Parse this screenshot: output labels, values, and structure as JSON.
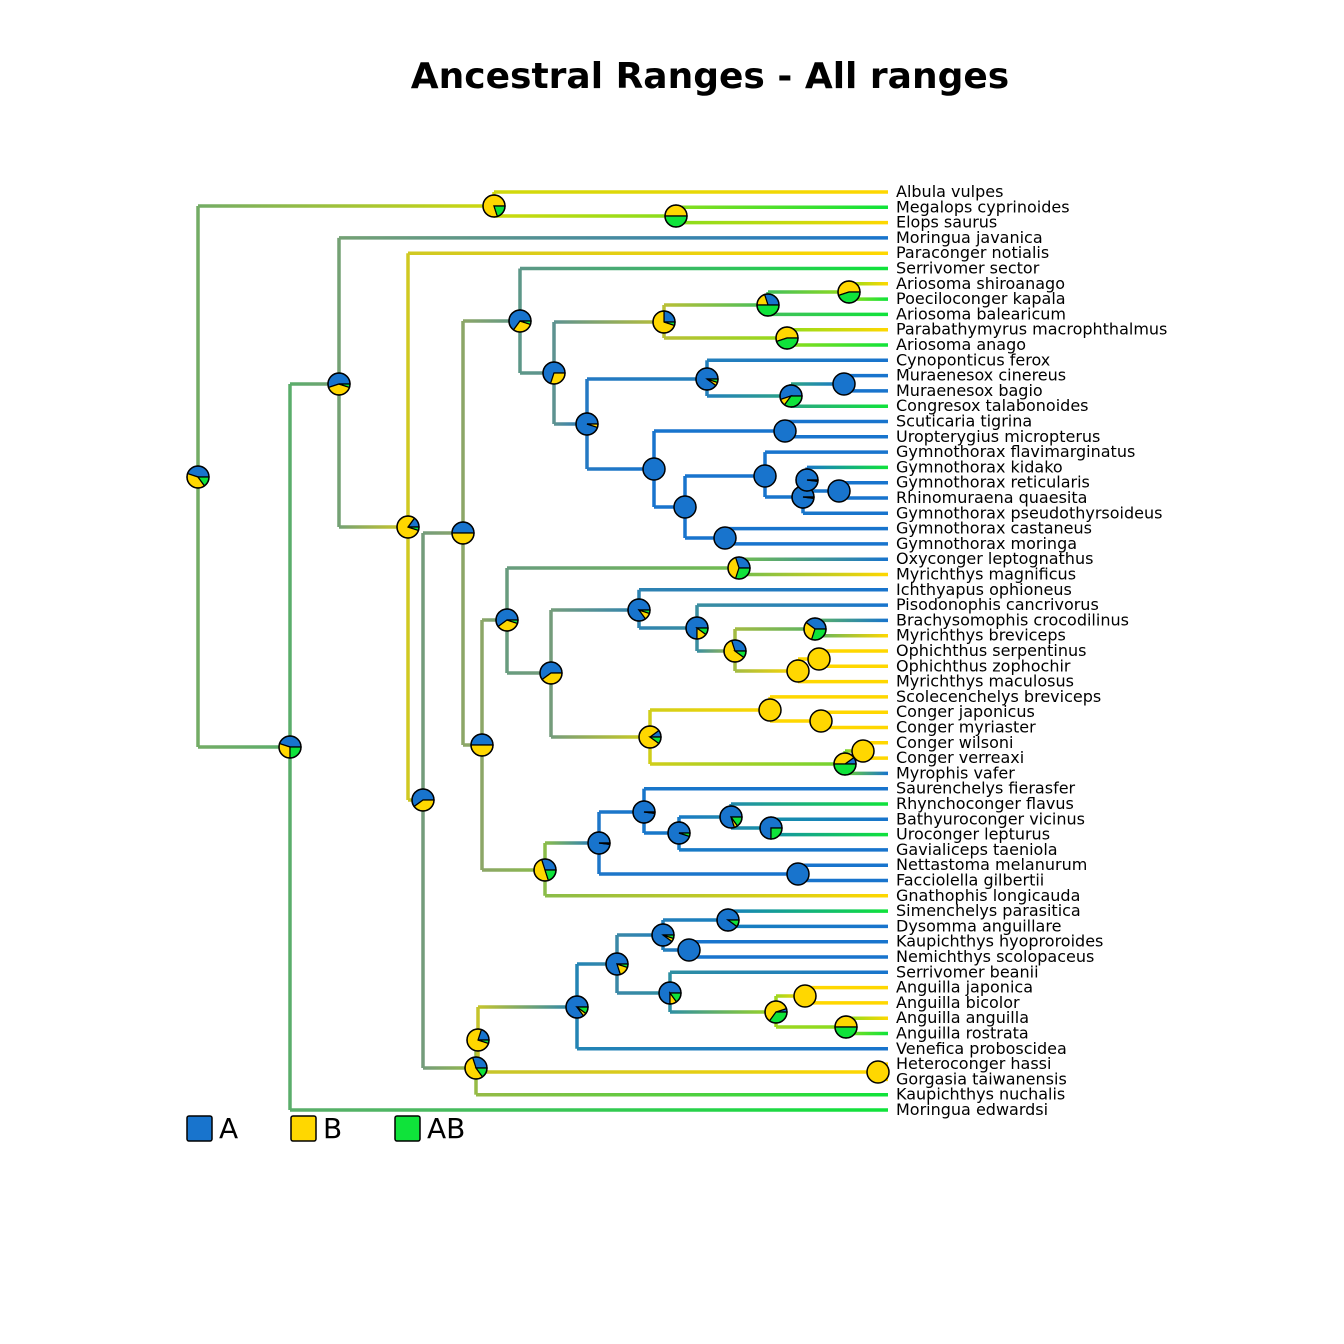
{
  "title": "Ancestral Ranges - All ranges",
  "states": {
    "A": "#1874CD",
    "B": "#FFD700",
    "AB": "#0FE33A"
  },
  "legend": [
    {
      "label": "A",
      "state": "A"
    },
    {
      "label": "B",
      "state": "B"
    },
    {
      "label": "AB",
      "state": "AB"
    }
  ],
  "tips": [
    {
      "label": "Albula vulpes",
      "state": "B"
    },
    {
      "label": "Megalops cyprinoides",
      "state": "AB"
    },
    {
      "label": "Elops saurus",
      "state": "B"
    },
    {
      "label": "Moringua javanica",
      "state": "A"
    },
    {
      "label": "Paraconger notialis",
      "state": "B"
    },
    {
      "label": "Serrivomer sector",
      "state": "AB"
    },
    {
      "label": "Ariosoma shiroanago",
      "state": "B"
    },
    {
      "label": "Poeciloconger kapala",
      "state": "AB"
    },
    {
      "label": "Ariosoma balearicum",
      "state": "AB"
    },
    {
      "label": "Parabathymyrus macrophthalmus",
      "state": "B"
    },
    {
      "label": "Ariosoma anago",
      "state": "AB"
    },
    {
      "label": "Cynoponticus ferox",
      "state": "A"
    },
    {
      "label": "Muraenesox cinereus",
      "state": "A"
    },
    {
      "label": "Muraenesox bagio",
      "state": "A"
    },
    {
      "label": "Congresox talabonoides",
      "state": "AB"
    },
    {
      "label": "Scuticaria tigrina",
      "state": "A"
    },
    {
      "label": "Uropterygius micropterus",
      "state": "A"
    },
    {
      "label": "Gymnothorax flavimarginatus",
      "state": "A"
    },
    {
      "label": "Gymnothorax kidako",
      "state": "AB"
    },
    {
      "label": "Gymnothorax reticularis",
      "state": "A"
    },
    {
      "label": "Rhinomuraena quaesita",
      "state": "A"
    },
    {
      "label": "Gymnothorax pseudothyrsoideus",
      "state": "A"
    },
    {
      "label": "Gymnothorax castaneus",
      "state": "A"
    },
    {
      "label": "Gymnothorax moringa",
      "state": "A"
    },
    {
      "label": "Oxyconger leptognathus",
      "state": "A"
    },
    {
      "label": "Myrichthys magnificus",
      "state": "B"
    },
    {
      "label": "Ichthyapus ophioneus",
      "state": "A"
    },
    {
      "label": "Pisodonophis cancrivorus",
      "state": "A"
    },
    {
      "label": "Brachysomophis crocodilinus",
      "state": "A"
    },
    {
      "label": "Myrichthys breviceps",
      "state": "B"
    },
    {
      "label": "Ophichthus serpentinus",
      "state": "B"
    },
    {
      "label": "Ophichthus zophochir",
      "state": "B"
    },
    {
      "label": "Myrichthys maculosus",
      "state": "B"
    },
    {
      "label": "Scolecenchelys breviceps",
      "state": "B"
    },
    {
      "label": "Conger japonicus",
      "state": "B"
    },
    {
      "label": "Conger myriaster",
      "state": "B"
    },
    {
      "label": "Conger wilsoni",
      "state": "B"
    },
    {
      "label": "Conger verreaxi",
      "state": "B"
    },
    {
      "label": "Myrophis vafer",
      "state": "A"
    },
    {
      "label": "Saurenchelys fierasfer",
      "state": "A"
    },
    {
      "label": "Rhynchoconger flavus",
      "state": "AB"
    },
    {
      "label": "Bathyuroconger vicinus",
      "state": "A"
    },
    {
      "label": "Uroconger lepturus",
      "state": "AB"
    },
    {
      "label": "Gavialiceps taeniola",
      "state": "A"
    },
    {
      "label": "Nettastoma melanurum",
      "state": "A"
    },
    {
      "label": "Facciolella gilbertii",
      "state": "A"
    },
    {
      "label": "Gnathophis longicauda",
      "state": "B"
    },
    {
      "label": "Simenchelys parasitica",
      "state": "AB"
    },
    {
      "label": "Dysomma anguillare",
      "state": "A"
    },
    {
      "label": "Kaupichthys hyoproroides",
      "state": "A"
    },
    {
      "label": "Nemichthys scolopaceus",
      "state": "A"
    },
    {
      "label": "Serrivomer beanii",
      "state": "A"
    },
    {
      "label": "Anguilla japonica",
      "state": "B"
    },
    {
      "label": "Anguilla bicolor",
      "state": "B"
    },
    {
      "label": "Anguilla anguilla",
      "state": "B"
    },
    {
      "label": "Anguilla rostrata",
      "state": "AB"
    },
    {
      "label": "Venefica proboscidea",
      "state": "A"
    },
    {
      "label": "Heteroconger hassi",
      "state": "B"
    },
    {
      "label": "Gorgasia taiwanensis",
      "state": "B"
    },
    {
      "label": "Kaupichthys nuchalis",
      "state": "AB"
    },
    {
      "label": "Moringua edwardsi",
      "state": "AB"
    }
  ],
  "node_probs": {
    "N0": [
      0.45,
      0.4,
      0.15
    ],
    "N1": [
      0,
      0.8,
      0.2
    ],
    "N1a": [
      0,
      0.5,
      0.5
    ],
    "N2": [
      0.45,
      0.3,
      0.25
    ],
    "N3": [
      0.55,
      0.4,
      0.05
    ],
    "N4": [
      0.15,
      0.8,
      0.05
    ],
    "N5": [
      0.6,
      0.4,
      0
    ],
    "N6": [
      0.5,
      0.5,
      0
    ],
    "N7": [
      0.65,
      0.3,
      0.05
    ],
    "N9": [
      0.7,
      0.3,
      0
    ],
    "N10": [
      0.25,
      0.7,
      0.05
    ],
    "N12": [
      0.3,
      0.2,
      0.5
    ],
    "N14": [
      0,
      0.55,
      0.45
    ],
    "N13": [
      0,
      0.55,
      0.45
    ],
    "N11": [
      0.95,
      0.05,
      0
    ],
    "N15": [
      0.9,
      0.05,
      0.05
    ],
    "N17": [
      0.55,
      0.1,
      0.35
    ],
    "N18": [
      1,
      0,
      0
    ],
    "N16": [
      1,
      0,
      0
    ],
    "N19": [
      1,
      0,
      0
    ],
    "N20": [
      1,
      0,
      0
    ],
    "N21": [
      1,
      0,
      0
    ],
    "N23": [
      0.98,
      0,
      0.02
    ],
    "N24": [
      0.98,
      0,
      0.02
    ],
    "N25": [
      1,
      0,
      0
    ],
    "N22": [
      1,
      0,
      0
    ],
    "N8": [
      0.5,
      0.5,
      0
    ],
    "N26": [
      0.6,
      0.35,
      0.05
    ],
    "N28": [
      0.3,
      0.4,
      0.3
    ],
    "N29": [
      0.6,
      0.4,
      0
    ],
    "N30": [
      0.85,
      0.1,
      0.05
    ],
    "N32": [
      0.75,
      0.15,
      0.1
    ],
    "N33": [
      0.3,
      0.6,
      0.1
    ],
    "N34": [
      0.4,
      0.3,
      0.3
    ],
    "N35": [
      0,
      1,
      0
    ],
    "N36": [
      0,
      1,
      0
    ],
    "N31": [
      0.1,
      0.8,
      0.1
    ],
    "N37": [
      0,
      1,
      0
    ],
    "N39": [
      0,
      1,
      0
    ],
    "N38": [
      0.1,
      0.4,
      0.5
    ],
    "N40": [
      0,
      1,
      0
    ],
    "N27": [
      0.3,
      0.5,
      0.2
    ],
    "N41": [
      0.98,
      0.02,
      0
    ],
    "N42": [
      0.98,
      0,
      0.02
    ],
    "N44": [
      0.95,
      0,
      0.05
    ],
    "N45": [
      0.8,
      0.05,
      0.15
    ],
    "N46": [
      0.75,
      0,
      0.25
    ],
    "N43": [
      1,
      0,
      0
    ],
    "N48": [
      0.3,
      0.55,
      0.15
    ],
    "N47": [
      0.2,
      0.75,
      0.05
    ],
    "N50": [
      0,
      1,
      0
    ],
    "N49": [
      0.85,
      0.05,
      0.1
    ],
    "N51": [
      0.8,
      0.15,
      0.05
    ],
    "N52": [
      0.9,
      0.05,
      0.05
    ],
    "N54": [
      0.9,
      0,
      0.1
    ],
    "N55": [
      1,
      0,
      0
    ],
    "N53": [
      0.75,
      0.1,
      0.15
    ],
    "N56": [
      0.05,
      0.6,
      0.35
    ],
    "N57": [
      0,
      1,
      0
    ],
    "N58": [
      0,
      0.5,
      0.5
    ]
  }
}
